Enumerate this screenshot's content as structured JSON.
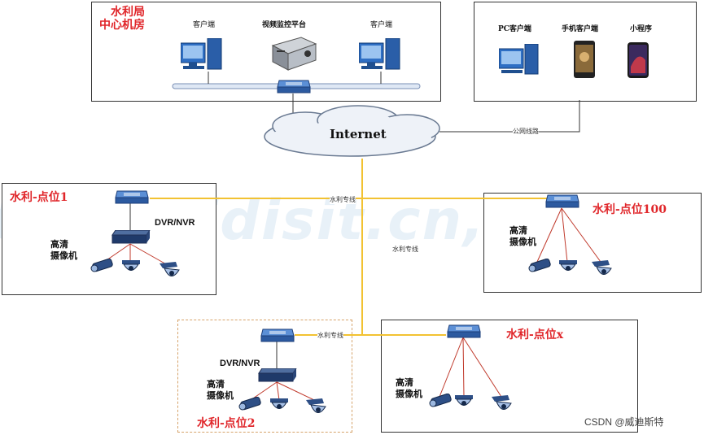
{
  "watermark": "t.cn, vidisit.cn, vidi",
  "center": {
    "title_line1": "水利局",
    "title_line2": "中心机房",
    "client_left": "客户端",
    "platform": "视频监控平台",
    "client_right": "客户端"
  },
  "clients": {
    "pc": "PC客户端",
    "mobile": "手机客户端",
    "mini": "小程序"
  },
  "internet": "Internet",
  "public_line": "公网线路",
  "dedicated_line": "水利专线",
  "site1": {
    "title": "水利-点位1",
    "dvr": "DVR/NVR",
    "camera": "高清\n摄像机"
  },
  "site100": {
    "title": "水利-点位100",
    "camera": "高清\n摄像机"
  },
  "site2": {
    "title": "水利-点位2",
    "dvr": "DVR/NVR",
    "camera": "高清\n摄像机"
  },
  "sitex": {
    "title": "水利-点位x",
    "camera": "高清\n摄像机"
  },
  "credit": "CSDN @威迪斯特",
  "colors": {
    "accent_red": "#e0262a",
    "line_yellow": "#f2c232",
    "dash_border": "#d6a36a",
    "cable_red": "#c0392b"
  }
}
